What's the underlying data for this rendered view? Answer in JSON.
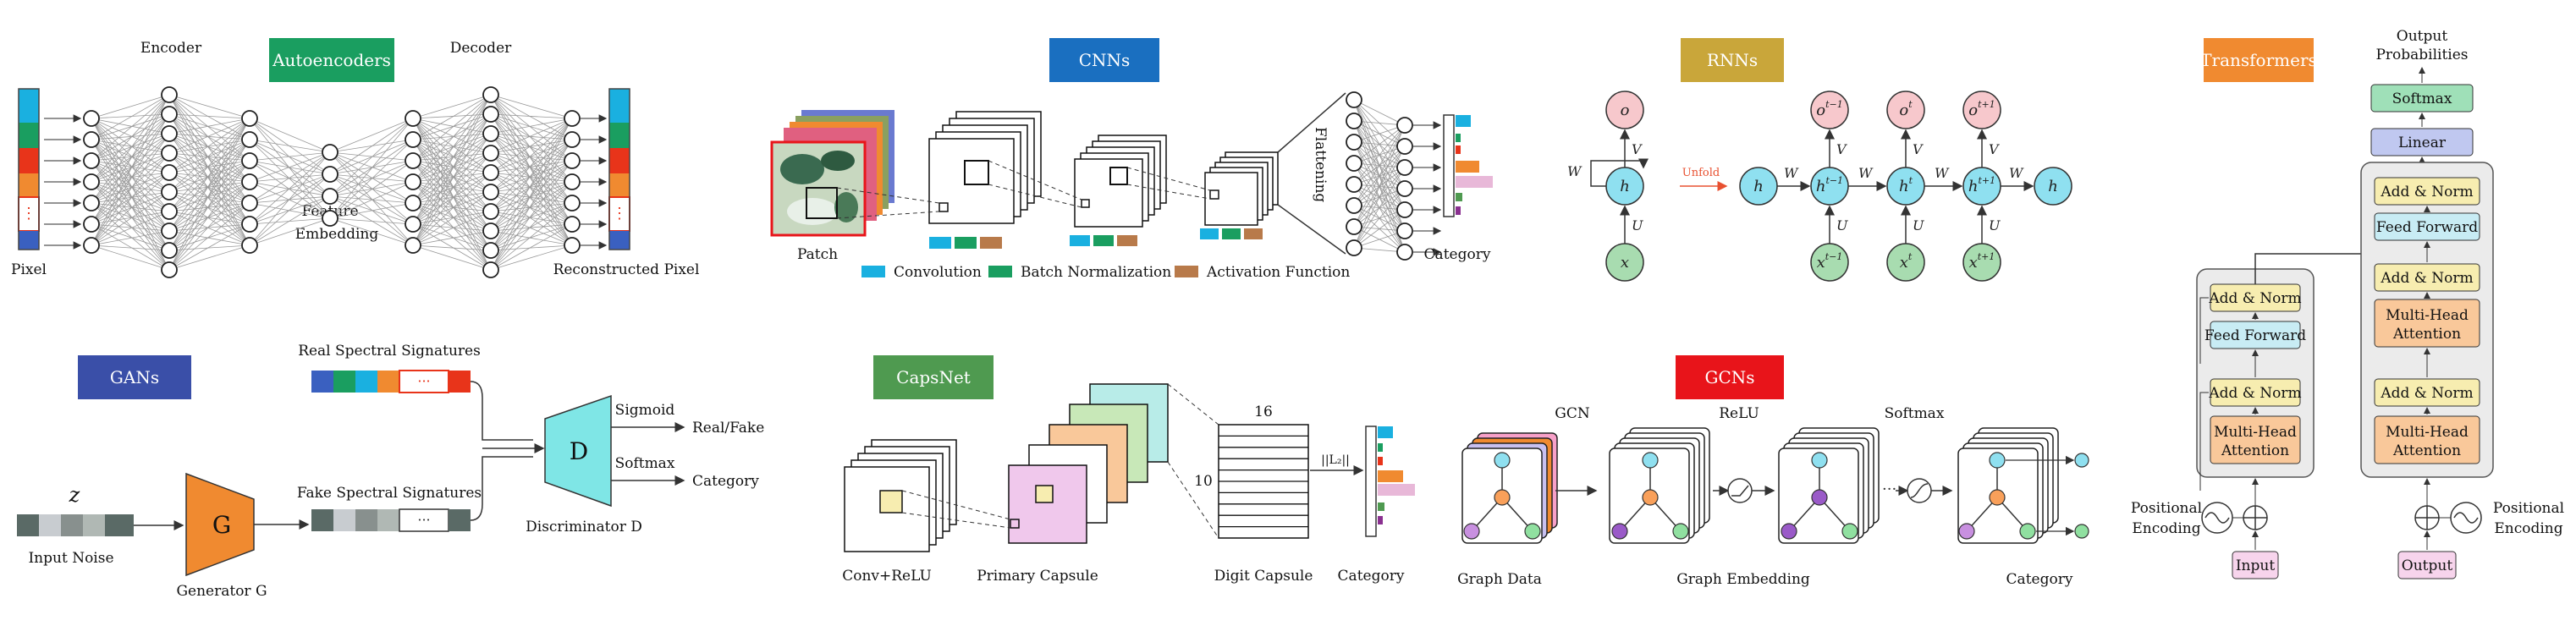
{
  "colors": {
    "autoencoders": "#1a9e60",
    "cnns": "#1a6fc0",
    "rnns": "#c9a63a",
    "transformers": "#f08a30",
    "gans": "#3a4fa8",
    "capsnet": "#4f9a50",
    "gcns": "#e8141a",
    "node_blue": "#8fe0f0",
    "node_green": "#a8dcb0",
    "node_pink": "#f7c8cc"
  },
  "autoencoders": {
    "badge": "Autoencoders",
    "encoder": "Encoder",
    "decoder": "Decoder",
    "feature1": "Feature",
    "feature2": "Embedding",
    "pixel": "Pixel",
    "reconstructed": "Reconstructed Pixel"
  },
  "cnns": {
    "badge": "CNNs",
    "patch": "Patch",
    "flattening": "Flattening",
    "category": "Category",
    "legend": [
      "Convolution",
      "Batch Normalization",
      "Activation Function"
    ]
  },
  "rnns": {
    "badge": "RNNs",
    "unfold": "Unfold"
  },
  "transformers": {
    "badge": "Transformers",
    "output_prob1": "Output",
    "output_prob2": "Probabilities",
    "softmax": "Softmax",
    "linear": "Linear",
    "add_norm": "Add & Norm",
    "feed_forward": "Feed Forward",
    "mha1": "Multi-Head",
    "mha2": "Attention",
    "pos1": "Positional",
    "pos2": "Encoding",
    "input": "Input",
    "output": "Output"
  },
  "gans": {
    "badge": "GANs",
    "real": "Real Spectral Signatures",
    "fake": "Fake Spectral Signatures",
    "z": "z",
    "input_noise": "Input Noise",
    "g": "G",
    "generator": "Generator G",
    "d": "D",
    "discriminator": "Discriminator D",
    "sigmoid": "Sigmoid",
    "softmax": "Softmax",
    "real_fake": "Real/Fake",
    "category": "Category",
    "dots": "···"
  },
  "capsnet": {
    "badge": "CapsNet",
    "conv_relu": "Conv+ReLU",
    "primary": "Primary Capsule",
    "digit": "Digit Capsule",
    "category": "Category",
    "n16": "16",
    "n10": "10",
    "l2": "||L₂||"
  },
  "gcns": {
    "badge": "GCNs",
    "gcn": "GCN",
    "relu": "ReLU",
    "softmax": "Softmax",
    "graph_data": "Graph Data",
    "graph_embedding": "Graph Embedding",
    "category": "Category"
  }
}
